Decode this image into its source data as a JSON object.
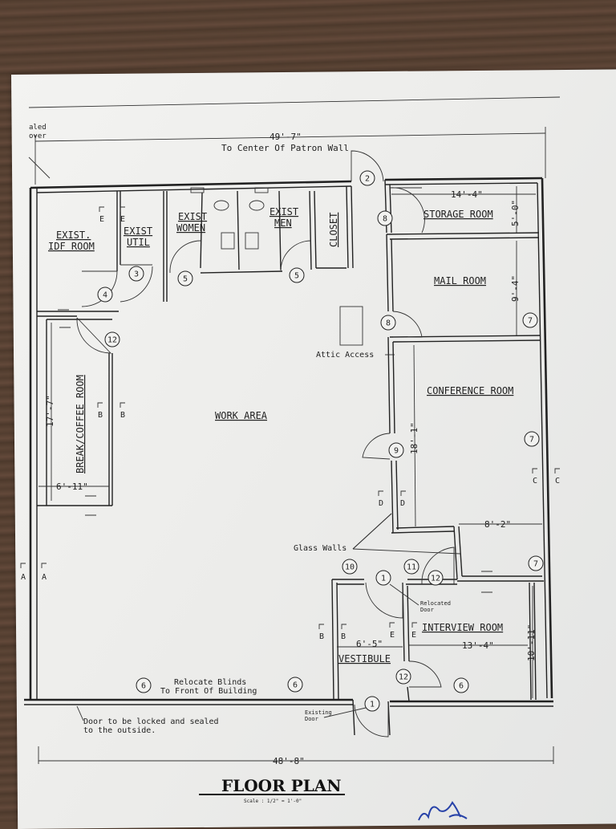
{
  "header": {
    "corner_note": [
      "aled",
      "over"
    ],
    "overall_top_dim": "49'-7\"",
    "overall_top_note": "To Center Of Patron Wall",
    "overall_bottom_dim": "48'-8\""
  },
  "rooms": {
    "exist_idf": [
      "EXIST.",
      "IDF ROOM"
    ],
    "exist_util": [
      "EXIST",
      "UTIL"
    ],
    "exist_women": [
      "EXIST",
      "WOMEN"
    ],
    "exist_men": [
      "EXIST",
      "MEN"
    ],
    "closet": "CLOSET",
    "storage": "STORAGE ROOM",
    "mail": "MAIL ROOM",
    "conference": "CONFERENCE ROOM",
    "work_area": "WORK AREA",
    "break_coffee": "BREAK/COFFEE ROOM",
    "interview": "INTERVIEW ROOM",
    "vestibule": "VESTIBULE"
  },
  "dimensions": {
    "storage_w": "14'-4\"",
    "storage_d": "5'-0\"",
    "mail_d": "9'-4\"",
    "conference_d": "18'-1\"",
    "conference_w": "8'-2\"",
    "break_d": "17'-7\"",
    "break_w": "6'-11\"",
    "vestibule_w": "6'-5\"",
    "interview_w": "13'-4\"",
    "interview_d": "10'-11\""
  },
  "notes": {
    "attic": "Attic Access",
    "glass_walls": "Glass Walls",
    "relocated_door": [
      "Relocated",
      "Door"
    ],
    "relocate_blinds": [
      "Relocate Blinds",
      "To Front Of Building"
    ],
    "door_locked": [
      "Door to be locked and sealed",
      "to the outside."
    ],
    "existing_door": [
      "Existing",
      "Door"
    ]
  },
  "section_markers": {
    "a": "A",
    "b": "B",
    "c": "C",
    "d": "D",
    "e": "E"
  },
  "keynotes": {
    "k1": "1",
    "k2": "2",
    "k3": "3",
    "k4": "4",
    "k5": "5",
    "k6": "6",
    "k7": "7",
    "k8": "8",
    "k9": "9",
    "k10": "10",
    "k11": "11",
    "k12": "12"
  },
  "title_block": {
    "title": "FLOOR PLAN",
    "scale": "Scale : 1/2\" = 1'-0\""
  }
}
